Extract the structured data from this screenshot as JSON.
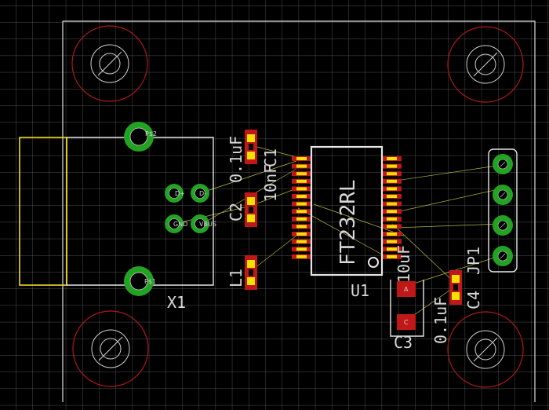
{
  "colors": {
    "background": "#000000",
    "grid": "#6a6a6a",
    "outline": "#dcdcdc",
    "silkscreen": "#e6e6e6",
    "keepout": "#b01818",
    "pad_green": "#22a322",
    "smd_yellow": "#f5e000",
    "smd_red": "#c01818",
    "usb_yellow": "#f0dc20",
    "airwire": "#d8d84a"
  },
  "board": {
    "components": {
      "x1": {
        "name": "X1",
        "pad_top": "P$2",
        "pad_bottom": "P$1",
        "pins": [
          "D+",
          "D-",
          "GND",
          "VBUS"
        ]
      },
      "c1": {
        "name": "C1",
        "value": "10nF"
      },
      "c2": {
        "name": "C2",
        "value": "0.1uF"
      },
      "l1": {
        "name": "L1"
      },
      "u1": {
        "name": "U1",
        "value": "FT232RL"
      },
      "c3": {
        "name": "C3",
        "value": "10uF",
        "pad_a": "A",
        "pad_c": "C"
      },
      "c4": {
        "name": "C4",
        "value": "0.1uF"
      },
      "jp1": {
        "name": "JP1"
      }
    }
  }
}
